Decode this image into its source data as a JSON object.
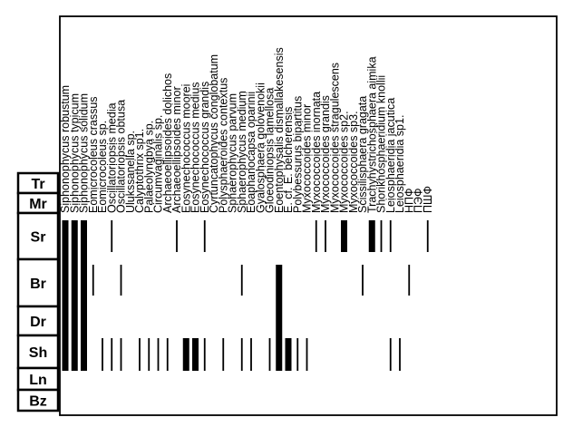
{
  "chart_data": {
    "type": "range-chart",
    "stratigraphic_units": [
      "Tr",
      "Mr",
      "Sr",
      "Br",
      "Dr",
      "Sh",
      "Ln",
      "Bz"
    ],
    "taxa": [
      "Siphonophycus robustum",
      "Siphonophycus typicum",
      "Siphonophycus solidum",
      "Eomicrocoleus crassus",
      "Eomicrocoleus sp.",
      "Oscillatoriopsis media",
      "Oscillatoriopsis obtusa",
      "Ulukssanella sp.",
      "Calyptothrix sp1.",
      "Palaeolyngbya sp.",
      "Circumvaginalis sp.",
      "Archaeoellipsoides dolichos",
      "Archaeoellipsoides minor",
      "Eosynechococcus moorei",
      "Eosynechococcus medius",
      "Eosynechococcus grandis",
      "Cyrtuncatophycus conglobatum",
      "Polysphaeroides contextus",
      "Sphaerophycus parvum",
      "Sphaerophycus medium",
      "Eoaphanocapsa oparinii",
      "Gyalosphaera golovenokii",
      "Gloeodiniopsis lamellosa",
      "Eoentophysalis dismallakesensis",
      "E. cf. E. belcherensis",
      "Polybessurus bipartitus",
      "Myxococcoides minor",
      "Myxococcoides inornata",
      "Myxococcoides grandis",
      "Myxococcoides stragulescens",
      "Myxococcoides sp2.",
      "Myxococcoides sp3.",
      "Scissilisphaera gragata",
      "Trachyhystrichosphaera aimika",
      "Shorikhosphaeridium knollii",
      "Leiosphaeridia jacutica",
      "Leiosphaeridia sp1.",
      "НПФ",
      "ПЭФ",
      "ПШФ"
    ],
    "occurrences": [
      {
        "taxon": 0,
        "units": [
          "Sr",
          "Br",
          "Sh"
        ],
        "weight": "thick"
      },
      {
        "taxon": 1,
        "units": [
          "Sr",
          "Br",
          "Sh"
        ],
        "weight": "thick"
      },
      {
        "taxon": 2,
        "units": [
          "Sr",
          "Br",
          "Sh"
        ],
        "weight": "thick"
      },
      {
        "taxon": 3,
        "units": [
          "Br"
        ],
        "weight": "thin"
      },
      {
        "taxon": 4,
        "units": [
          "Sh"
        ],
        "weight": "thin"
      },
      {
        "taxon": 5,
        "units": [
          "Sr"
        ],
        "weight": "thin"
      },
      {
        "taxon": 5,
        "units": [
          "Sh"
        ],
        "weight": "thin"
      },
      {
        "taxon": 6,
        "units": [
          "Br"
        ],
        "weight": "thin"
      },
      {
        "taxon": 6,
        "units": [
          "Sh"
        ],
        "weight": "thin"
      },
      {
        "taxon": 8,
        "units": [
          "Sh"
        ],
        "weight": "thin"
      },
      {
        "taxon": 9,
        "units": [
          "Sh"
        ],
        "weight": "thin"
      },
      {
        "taxon": 10,
        "units": [
          "Sh"
        ],
        "weight": "thin"
      },
      {
        "taxon": 11,
        "units": [
          "Sh"
        ],
        "weight": "thin"
      },
      {
        "taxon": 12,
        "units": [
          "Sr"
        ],
        "weight": "thin"
      },
      {
        "taxon": 13,
        "units": [
          "Sh"
        ],
        "weight": "thick"
      },
      {
        "taxon": 14,
        "units": [
          "Sh"
        ],
        "weight": "thick"
      },
      {
        "taxon": 15,
        "units": [
          "Sr"
        ],
        "weight": "thin"
      },
      {
        "taxon": 15,
        "units": [
          "Sh"
        ],
        "weight": "thin"
      },
      {
        "taxon": 17,
        "units": [
          "Sh"
        ],
        "weight": "thin"
      },
      {
        "taxon": 19,
        "units": [
          "Br"
        ],
        "weight": "thin"
      },
      {
        "taxon": 19,
        "units": [
          "Sh"
        ],
        "weight": "thin"
      },
      {
        "taxon": 20,
        "units": [
          "Sh"
        ],
        "weight": "thin"
      },
      {
        "taxon": 22,
        "units": [
          "Sh"
        ],
        "weight": "thin"
      },
      {
        "taxon": 23,
        "units": [
          "Br",
          "Sh"
        ],
        "weight": "thick"
      },
      {
        "taxon": 24,
        "units": [
          "Sh"
        ],
        "weight": "thick"
      },
      {
        "taxon": 25,
        "units": [
          "Sh"
        ],
        "weight": "thin"
      },
      {
        "taxon": 26,
        "units": [
          "Sh"
        ],
        "weight": "thin"
      },
      {
        "taxon": 27,
        "units": [
          "Sr"
        ],
        "weight": "thin"
      },
      {
        "taxon": 28,
        "units": [
          "Sr"
        ],
        "weight": "thin"
      },
      {
        "taxon": 30,
        "units": [
          "Sr"
        ],
        "weight": "thick"
      },
      {
        "taxon": 32,
        "units": [
          "Br"
        ],
        "weight": "thin"
      },
      {
        "taxon": 33,
        "units": [
          "Sr"
        ],
        "weight": "thick"
      },
      {
        "taxon": 34,
        "units": [
          "Sr"
        ],
        "weight": "thin"
      },
      {
        "taxon": 35,
        "units": [
          "Sr"
        ],
        "weight": "thin"
      },
      {
        "taxon": 35,
        "units": [
          "Sh"
        ],
        "weight": "thin"
      },
      {
        "taxon": 36,
        "units": [
          "Sh"
        ],
        "weight": "thin"
      },
      {
        "taxon": 37,
        "units": [
          "Br"
        ],
        "weight": "thin"
      },
      {
        "taxon": 39,
        "units": [
          "Sr"
        ],
        "weight": "thin"
      }
    ]
  }
}
